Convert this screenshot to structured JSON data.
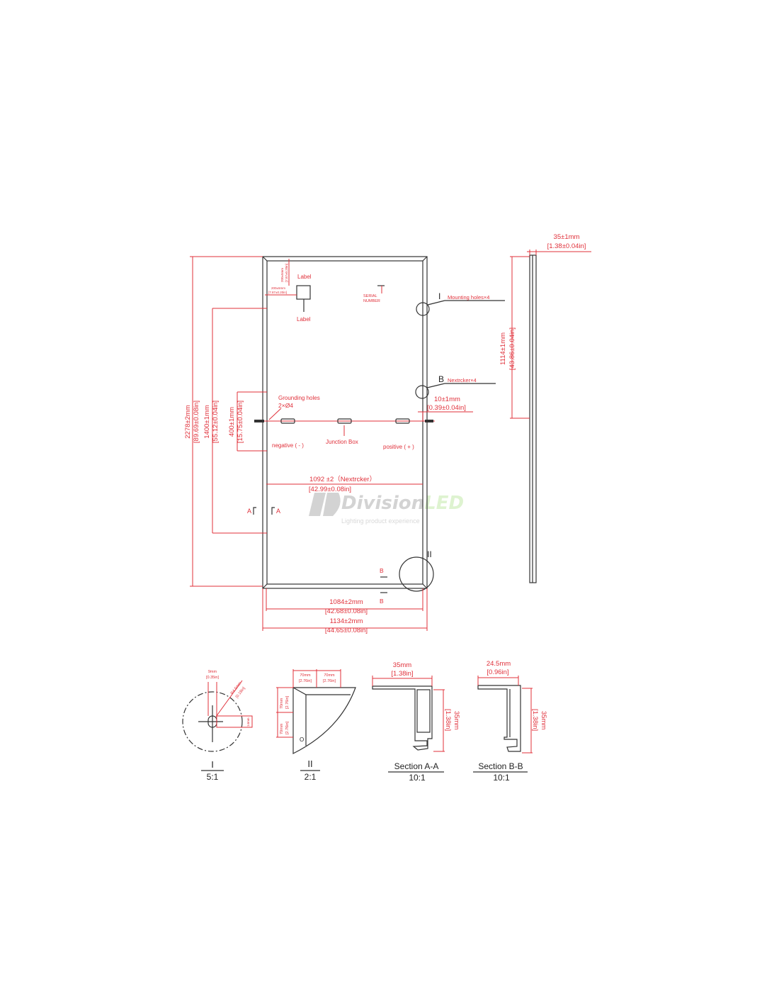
{
  "colors": {
    "dimension": "#e0303a",
    "outline": "#333333",
    "watermark_gray": "#c8c8c8",
    "watermark_green": "#d8f0c8"
  },
  "front_view": {
    "label_top": "Label",
    "label_bottom": "Label",
    "label_dim_v": "200±5mm",
    "label_dim_v_in": "[7.87±0.20in]",
    "label_dim_h": "200±5mm",
    "label_dim_h_in": "[7.87±0.20in]",
    "serial_line1": "SERIAL",
    "serial_line2": "NUMBER",
    "mounting_marker": "I",
    "mounting_label": "Mounting holes×4",
    "nextracker_marker": "B",
    "nextracker_label": "Nextrcker×4",
    "offset_mm": "10±1mm",
    "offset_in": "[0.39±0.04in]",
    "grounding_line1": "Grounding holes",
    "grounding_line2": "2×Ø4",
    "negative": "negative ( - )",
    "junction_box": "Junction Box",
    "positive": "positive ( + )",
    "nextracker_width_mm": "1092 ±2（Nextrcker）",
    "nextracker_width_in": "[42.99±0.08in]",
    "section_a_left": "A",
    "section_a_right": "A",
    "section_b_top": "B",
    "section_b_bottom": "B",
    "detail_ii_marker": "II",
    "height_mm": "2278±2mm",
    "height_in": "[89.69±0.08in]",
    "mount_spacing_mm": "1400±1mm",
    "mount_spacing_in": "[55.12±0.04in]",
    "ground_spacing_mm": "400±1mm",
    "ground_spacing_in": "[15.75±0.04in]",
    "inner_width_mm": "1084±2mm",
    "inner_width_in": "[42.68±0.08in]",
    "outer_width_mm": "1134±2mm",
    "outer_width_in": "[44.65±0.08in]"
  },
  "side_view": {
    "thickness_mm": "35±1mm",
    "thickness_in": "[1.38±0.04in]",
    "nextracker_height_mm": "1114±1mm",
    "nextracker_height_in": "[43.86±0.04in]"
  },
  "details": {
    "detail_i": {
      "marker": "I",
      "scale": "5:1",
      "slot_w": "9mm",
      "slot_w_in": "[0.35in]",
      "slot_r": "R4.5mm",
      "slot_r_in": "[0.18in]",
      "slot_h": "14mm"
    },
    "detail_ii": {
      "marker": "II",
      "scale": "2:1",
      "h1": "70mm",
      "h1_in": "[2.76in]",
      "h2": "70mm",
      "h2_in": "[2.76in]",
      "v1": "70mm",
      "v1_in": "[2.76in]",
      "v2": "70mm",
      "v2_in": "[2.76in]",
      "hole_mark": "O"
    },
    "section_aa": {
      "title": "Section A-A",
      "scale": "10:1",
      "width": "35mm",
      "width_in": "[1.38in]",
      "height": "35mm",
      "height_in": "[1.38in]"
    },
    "section_bb": {
      "title": "Section B-B",
      "scale": "10:1",
      "width": "24.5mm",
      "width_in": "[0.96in]",
      "height": "35mm",
      "height_in": "[1.38in]"
    }
  },
  "watermark": {
    "brand_a": "Division",
    "brand_b": "LED",
    "tagline": "Lighting product experience"
  }
}
